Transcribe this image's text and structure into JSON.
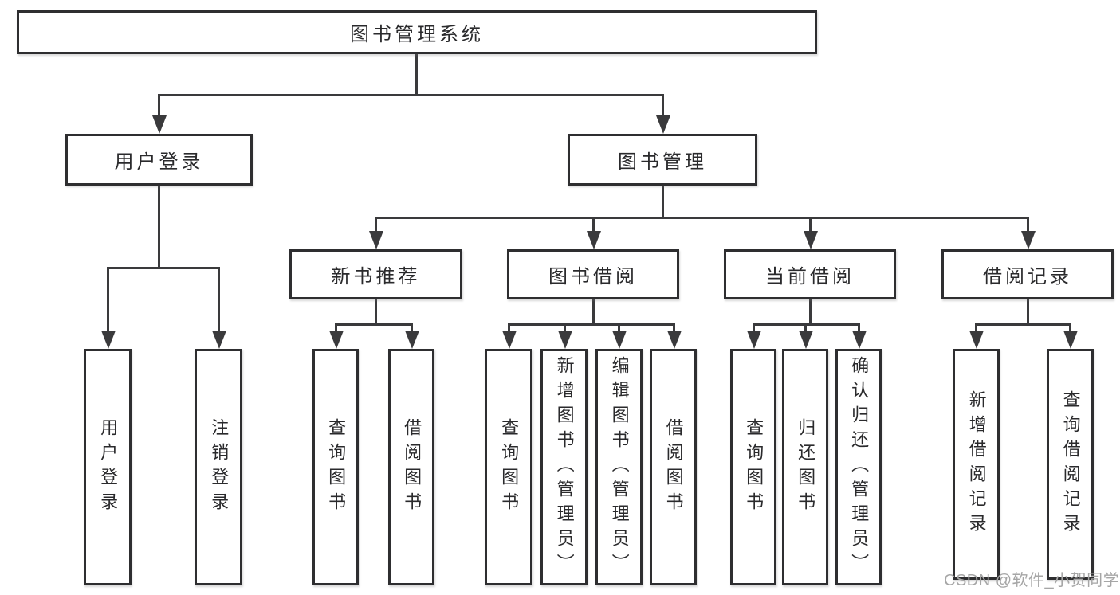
{
  "title": "图书管理系统",
  "level2": {
    "user_login": "用户登录",
    "book_mgmt": "图书管理"
  },
  "level3": {
    "new_books": "新书推荐",
    "book_borrow": "图书借阅",
    "current_borrow": "当前借阅",
    "borrow_records": "借阅记录"
  },
  "leaves": {
    "user_login": [
      "用户登录",
      "注销登录"
    ],
    "new_books": [
      "查询图书",
      "借阅图书"
    ],
    "book_borrow": [
      "查询图书",
      "新增图书（管理员）",
      "编辑图书（管理员）",
      "借阅图书"
    ],
    "current_borrow": [
      "查询图书",
      "归还图书",
      "确认归还（管理员）"
    ],
    "borrow_records": [
      "新增借阅记录",
      "查询借阅记录"
    ]
  },
  "watermark": "CSDN @软件_小贺同学",
  "colors": {
    "line": "#3a3a3c",
    "box_border": "#2e2e30",
    "box_fill": "#ffffff",
    "text": "#2a2a2c",
    "watermark": "#a6a6a6"
  }
}
